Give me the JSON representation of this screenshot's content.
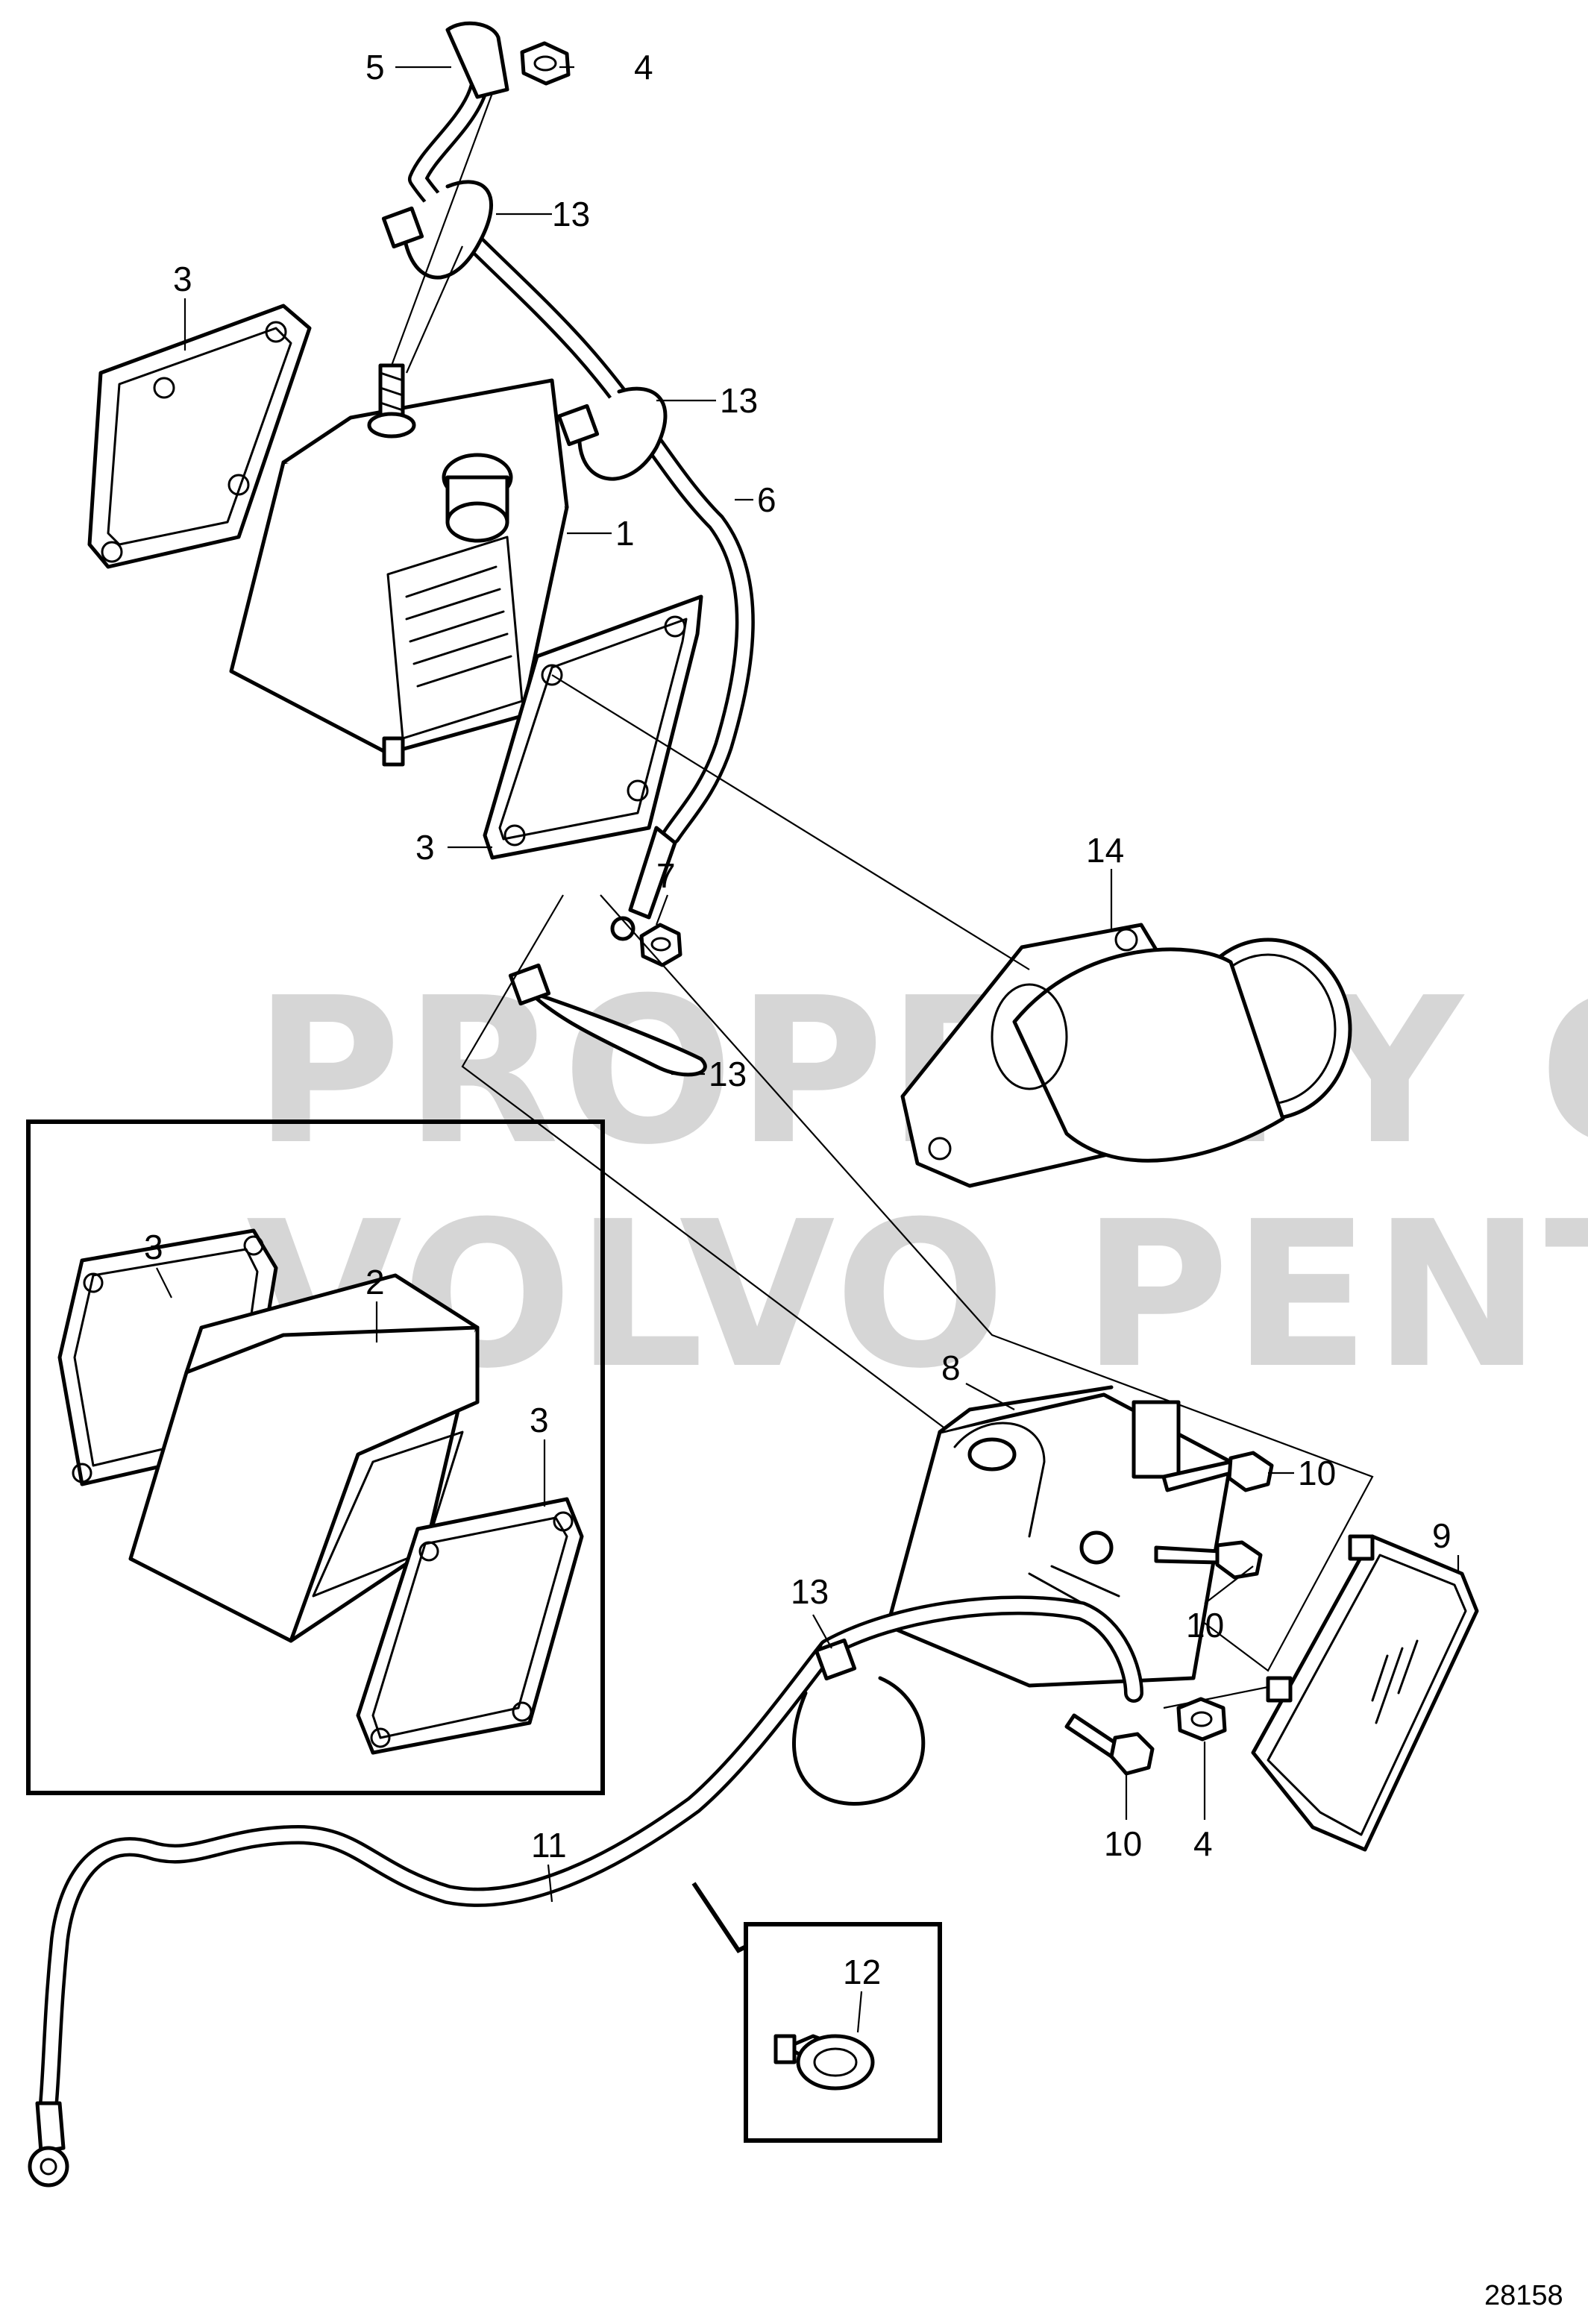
{
  "diagram": {
    "watermark": {
      "line1": "PROPERTY OF",
      "line2": "VOLVO PENTA"
    },
    "figure_number": "28158",
    "callouts": {
      "c1": "1",
      "c2": "2",
      "c3a": "3",
      "c3b": "3",
      "c3c": "3",
      "c3d": "3",
      "c4a": "4",
      "c4b": "4",
      "c5": "5",
      "c6": "6",
      "c7": "7",
      "c8": "8",
      "c9": "9",
      "c10a": "10",
      "c10b": "10",
      "c10c": "10",
      "c11": "11",
      "c12": "12",
      "c13a": "13",
      "c13b": "13",
      "c13c": "13",
      "c13d": "13",
      "c14": "14"
    }
  }
}
